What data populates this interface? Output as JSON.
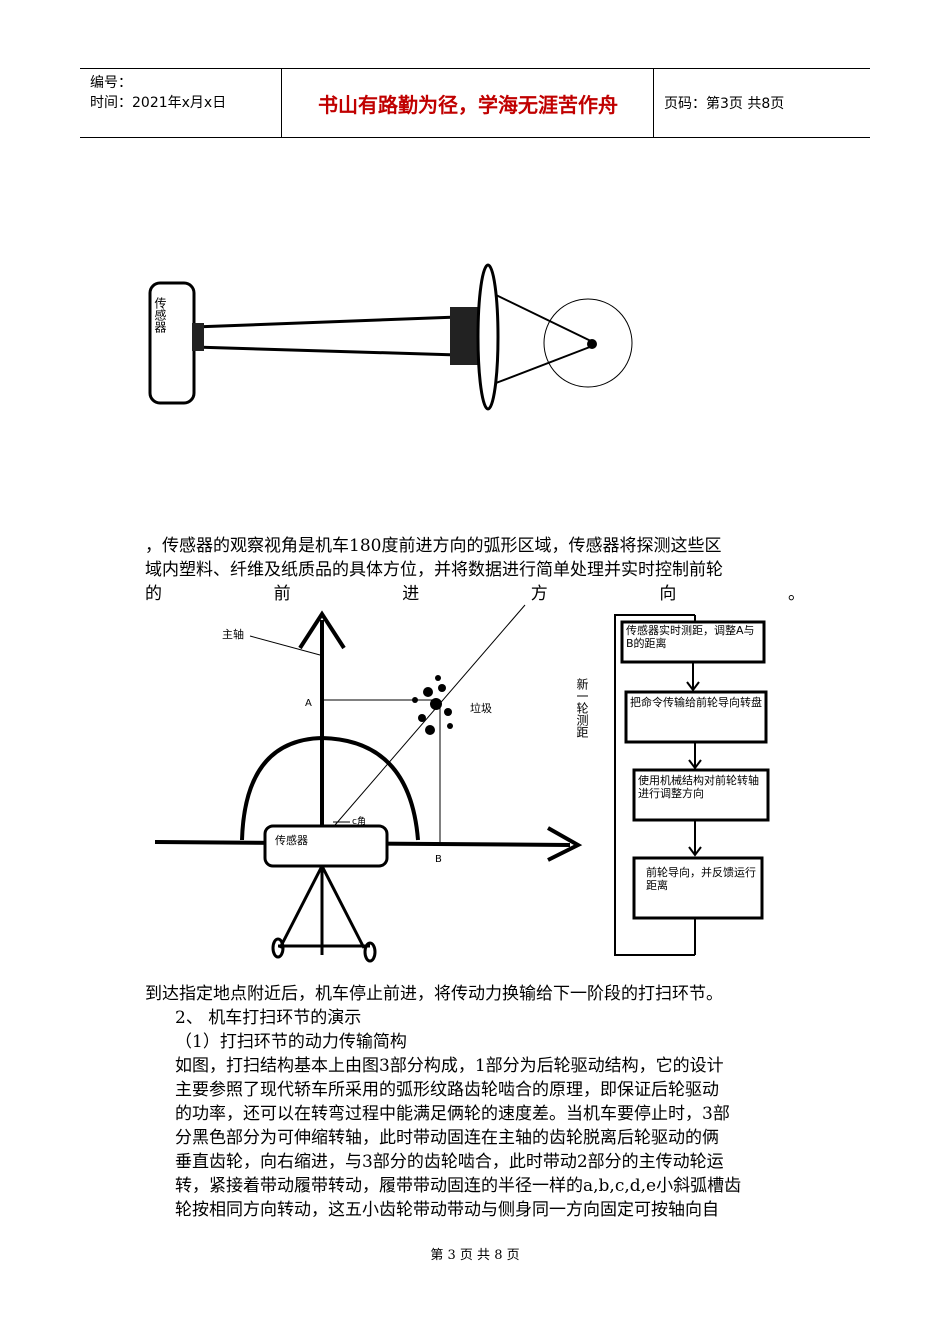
{
  "header": {
    "number_label": "编号：",
    "time_label": "时间：2021年x月x日",
    "motto": "书山有路勤为径，学海无涯苦作舟",
    "page_info": "页码：第3页  共8页"
  },
  "figure1": {
    "sensor_label": "传感器"
  },
  "paragraph1": {
    "line1": "，传感器的观察视角是机车180度前进方向的弧形区域，传感器将探测这些区",
    "line2": "域内塑料、纤维及纸质品的具体方位，并将数据进行简单处理并实时控制前轮",
    "line3_chars": [
      "的",
      "前",
      "进",
      "方",
      "向",
      "。"
    ]
  },
  "figure2": {
    "main_axis_label": "主轴",
    "point_a": "A",
    "point_b": "B",
    "garbage_label": "垃圾",
    "sensor_label": "传感器",
    "angle_label": "c角"
  },
  "flowchart": {
    "box1": "传感器实时测距，调整A与B的距离",
    "box2": "把命令传输给前轮导向转盘",
    "box3": "使用机械结构对前轮转轴进行调整方向",
    "box4": "前轮导向，并反馈运行距离",
    "loop_label": "新一轮测距"
  },
  "body": {
    "line1": "到达指定地点附近后，机车停止前进，将传动力换输给下一阶段的打扫环节。",
    "line2": "2、 机车打扫环节的演示",
    "line3": "（1）打扫环节的动力传输简构",
    "line4": "如图，打扫结构基本上由图3部分构成，1部分为后轮驱动结构，它的设计",
    "line5": "主要参照了现代轿车所采用的弧形纹路齿轮啮合的原理，即保证后轮驱动",
    "line6": "的功率，还可以在转弯过程中能满足俩轮的速度差。当机车要停止时，3部",
    "line7": "分黑色部分为可伸缩转轴，此时带动固连在主轴的齿轮脱离后轮驱动的俩",
    "line8": "垂直齿轮，向右缩进，与3部分的齿轮啮合，此时带动2部分的主传动轮运",
    "line9": "转，紧接着带动履带转动，履带带动固连的半径一样的a,b,c,d,e小斜弧槽齿",
    "line10": "轮按相同方向转动，这五小齿轮带动带动与侧身同一方向固定可按轴向自"
  },
  "footer": {
    "text": "第 3 页 共 8 页"
  }
}
